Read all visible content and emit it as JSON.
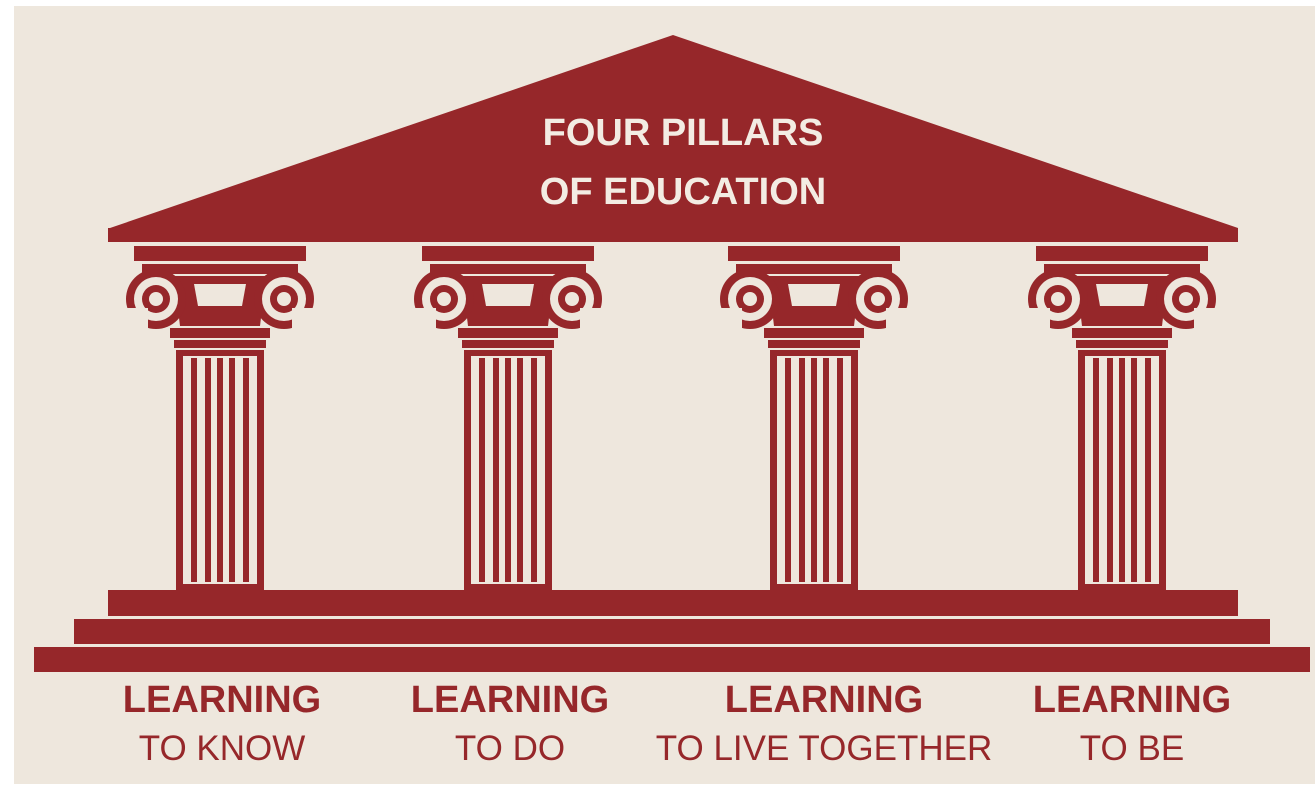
{
  "title": {
    "line1": "FOUR PILLARS",
    "line2": "OF EDUCATION"
  },
  "pillars": [
    {
      "main": "LEARNING",
      "sub": "TO KNOW"
    },
    {
      "main": "LEARNING",
      "sub": "TO DO"
    },
    {
      "main": "LEARNING",
      "sub": "TO LIVE TOGETHER"
    },
    {
      "main": "LEARNING",
      "sub": "TO BE"
    }
  ],
  "colors": {
    "brand_red": "#96272a",
    "background": "#eee7dd",
    "roof_text": "#f3ece3"
  }
}
